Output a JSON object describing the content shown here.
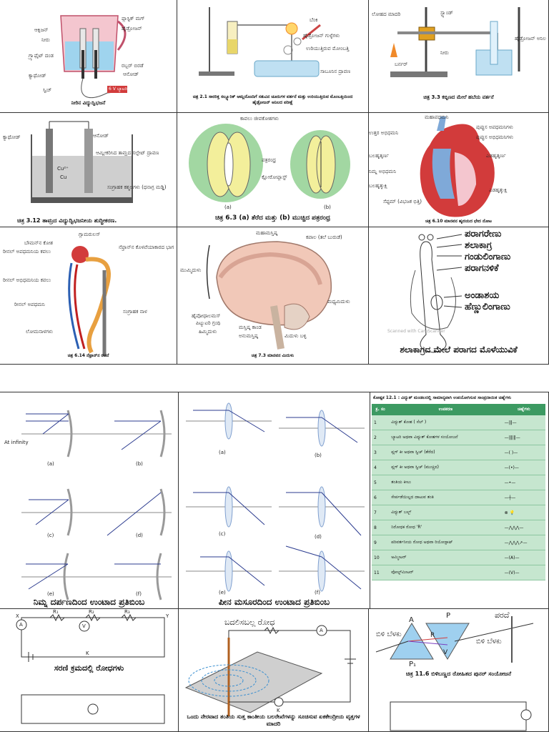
{
  "row1": {
    "p1": {
      "caption": "ನೀರಿನ ವಿದ್ಯುದ್ವಿಭಜನೆ",
      "labels": [
        "ಆಕ್ಸಿಜನ್",
        "ಪ್ಲಾಸ್ಟಿಕ್ ಮಗ್",
        "ಹೈಡ್ರೋಜನ್",
        "ನೀರು",
        "ಗ್ರ್ಯಾಫೈಟ್ ದಂಡ",
        "ರಬ್ಬರ್ ಬಿರಡೆ",
        "ಕ್ಯಾಥೋಡ್",
        "ಆನೋಡ್",
        "ಸ್ವಿಚ್",
        "6 V ಬ್ಯಾಟರಿ"
      ]
    },
    "p2": {
      "caption": "ಚಿತ್ರ 2.1 ಸಾರರಿಕ್ತ ಸಲ್ಫ್ಯೂರಿಕ್ ಆಮ್ಲದೊಂದಿಗೆ ಸತುವಿನ ಚೂರುಗಳ ವರ್ತನೆ ಮತ್ತು ಉರಿಯುತ್ತಿರುವ ಮೊಂಬತ್ತಿಯಿಂದ ಹೈಡ್ರೋಜನ್ ಅನಿಲದ ಪರೀಕ್ಷೆ",
      "labels": [
        "ಬೆಂಕಿ",
        "ಸಾಬೂನಿನ ದ್ರಾವಣ",
        "ಹೈಡ್ರೋಜನ್ ಗುಳ್ಳೆಗಳು",
        "ಉರಿಯುತ್ತಿರುವ ಮೋಂಬತ್ತಿ"
      ]
    },
    "p3": {
      "caption": "ಚಿತ್ರ 3.3 ಕಬ್ಬಿಣದ ಮೇಲೆ ಹಬೆಯ ವರ್ತನೆ",
      "labels": [
        "ಲೋಹದ ಮಾದರಿ",
        "ಸ್ಟ್ಯಾಂಡ್",
        "ನೀರು",
        "ಬರ್ನರ್",
        "ಹೈಡ್ರೋಜನ್ ಅನಿಲ"
      ]
    }
  },
  "row2": {
    "p4": {
      "caption": "ಚಿತ್ರ 3.12 ತಾಮ್ರದ ವಿದ್ಯುದ್ವಿಭಜನೀಯ ಶುದ್ಧೀಕರಣ.",
      "labels": [
        "ಕ್ಯಾಥೋಡ್",
        "ಆನೋಡ್",
        "ಆಮ್ಲೀಕರಿಸಿದ ತಾಮ್ರದ ಸಲ್ಫೇಟ್ ದ್ರಾವಣ",
        "ಸಂಗ್ರಾಹಕ ಕಶ್ಮಲಗಳು (ಧನಾಗ್ರ ಮಡ್ಡಿ)",
        "Cu²⁺",
        "Cu"
      ]
    },
    "p5": {
      "caption": "ಚಿತ್ರ 6.3 (a) ತೆರೆದ ಮತ್ತು (b) ಮುಚ್ಚಿದ ಪತ್ರರಂಧ್ರ",
      "labels": [
        "ಕಾವಲು ಜೀವಕೋಶಗಳು",
        "ಪತ್ರರಂಧ್ರ",
        "ಕ್ಲೋರೋಪ್ಲಾಸ್ಟ್",
        "(a)",
        "(b)"
      ]
    },
    "p6": {
      "caption": "ಚಿತ್ರ 6.10 ಮಾನವನ ಹೃದಯದ ಛೇದ ನೋಟ",
      "labels": [
        "ಮಹಾಪಧಮನಿ",
        "ಉತ್ತರ ಅಭಿಧಮನಿ",
        "ಪುಪ್ಪುಸ ಅಪಧಮನಿಗಳು",
        "ಪುಪ್ಪುಸ ಅಭಿಧಮನಿಗಳು",
        "ಬಲಹೃತ್ಕರ್ಣ",
        "ಎಡಹೃತ್ಕರ್ಣ",
        "ನಿಮ್ನ ಅಭಿಧಮನಿ",
        "ಬಲಹೃತ್ಕುಕ್ಷಿ",
        "ಎಡಹೃತ್ಕುಕ್ಷಿ",
        "ಸೆಪ್ಟಮ್ (ವಿಭಜಕ ಭಿತ್ತಿ)"
      ]
    }
  },
  "row3": {
    "p7": {
      "caption": "ಚಿತ್ರ 6.14 ನೆಫ್ರಾನ್‌ನ ರಚನೆ",
      "labels": [
        "ಗ್ಲಾಮರುಲಸ್",
        "ಬೌಮನ್‌ನ ಕೋಶ",
        "ರೀನಲ್ ಅಪಧಮನಿಯ ಕವಲು",
        "ನೆಫ್ರಾನ್‌ನ ಕೊಳವೆಯಾಕಾರದ ಭಾಗ",
        "ರೀನಲ್ ಅಭಿಧಮನಿಯ ಕವಲು",
        "ರೀನಲ್ ಅಪಧಮನಿ",
        "ಸಂಗ್ರಾಹಕ ನಾಳ",
        "ಲೋಮನಾಳಗಳು"
      ]
    },
    "p8": {
      "caption": "ಚಿತ್ರ 7.3 ಮಾನವನ ಮಿದುಳು",
      "labels": [
        "ಮಹಾಮಸ್ತಿಷ್ಕ",
        "ಕಪಾಲ (ತಲೆ ಬುರುಡೆ)",
        "ಮುಮ್ಮಿದುಳು",
        "ಮಧ್ಯಮಿದುಳು",
        "ಹೈಪೋಥಾಲಮಸ್",
        "ಪಿಟ್ಯುಟರಿ ಗ್ರಂಥಿ",
        "ಹಿಮ್ಮಿದುಳು",
        "ಮಸ್ತಿಷ್ಕ ಕಾಂಡ",
        "ಅನುಮಸ್ತಿಷ್ಕ",
        "ಮಿದುಳು ಬಳ್ಳಿ"
      ]
    },
    "p9": {
      "caption": "ಶಲಾಕಾಗ್ರದ ಮೇಲೆ ಪರಾಗದ ಮೊಳೆಯುವಿಕೆ",
      "labels": [
        "ಪರಾಗರೇಣು",
        "ಶಲಾಕಾಗ್ರ",
        "ಗಂಡುಲಿಂಗಾಣು",
        "ಪರಾಗನಳಿಕೆ",
        "ಅಂಡಾಶಯ",
        "ಹೆಣ್ಣುಲಿಂಗಾಣು"
      ],
      "watermark": "Scanned with CamScanner"
    }
  },
  "row4": {
    "p10": {
      "caption": "ನಿಮ್ನ ದರ್ಪಣದಿಂದ ಉಂಟಾದ ಪ್ರತಿಬಿಂಬ",
      "sub": [
        "(a)",
        "(b)",
        "(c)",
        "(d)",
        "(e)",
        "(f)"
      ],
      "infinity": "At infinity"
    },
    "p11": {
      "caption": "ಪೀನ ಮಸೂರದಿಂದ ಉಂಟಾದ ಪ್ರತಿಬಿಂಬ",
      "sub": [
        "(a)",
        "(b)",
        "(c)",
        "(d)",
        "(e)",
        "(f)"
      ]
    },
    "p12": {
      "title": "ಕೋಷ್ಟಕ 12.1 : ವಿದ್ಯುತ್ ಮಂಡಲದಲ್ಲಿ ಸಾಮಾನ್ಯವಾಗಿ ಉಪಯೋಗಿಸುವ ಸಾಂಪ್ರದಾಯಿಕ ಚಿಹ್ನೆಗಳು",
      "headers": [
        "ಕ್ರ. ಸಂ",
        "ಉಪಕರಣ",
        "ಚಿಹ್ನೆಗಳು"
      ],
      "rows": [
        [
          "1",
          "ವಿದ್ಯುತ್ ಕೋಶ ( ಸೆಲ್ )"
        ],
        [
          "2",
          "ಬ್ಯಾಟರಿ ಅಥವಾ ವಿದ್ಯುತ್ ಕೋಶಗಳ ಸಂಯೋಜನೆ"
        ],
        [
          "3",
          "ಪ್ಲಗ್ ಕೀ ಅಥವಾ ಸ್ವಿಚ್ (ತೆರೆದ)"
        ],
        [
          "4",
          "ಪ್ಲಗ್ ಕೀ ಅಥವಾ ಸ್ವಿಚ್ (ಮುಚ್ಚಿದ)"
        ],
        [
          "5",
          "ತಂತಿಯ ಕೀಲು"
        ],
        [
          "6",
          "ಸೇರ್ಪಡೆಯಿಲ್ಲದ ದಾಟುವ ತಂತಿ"
        ],
        [
          "7",
          "ವಿದ್ಯುತ್ ಬಲ್ಬ್"
        ],
        [
          "8",
          "ನಿರೋಧಕ ರೋಧ 'R'"
        ],
        [
          "9",
          "ಪರಿವರ್ತನೀಯ ರೋಧ ಅಥವಾ ರಿಯೋಸ್ಟಾಟ್"
        ],
        [
          "10",
          "ಅಮ್ಮೀಟರ್"
        ],
        [
          "11",
          "ವೋಲ್ಟ್‌ಮೀಟರ್"
        ]
      ]
    }
  },
  "row5": {
    "p13": {
      "caption": "ಸರಣಿ ಕ್ರಮದಲ್ಲಿ ರೋಧಗಳು",
      "labels": [
        "A",
        "V",
        "R₁",
        "R₂",
        "R₃",
        "K",
        "X",
        "Y"
      ]
    },
    "p14": {
      "caption": "ಒಂದು ನೇರವಾದ ತಂತಿಯ ಸುತ್ತ ಕಾಂತೀಯ ಬಲರೇಖೆಗಳನ್ನು ಸೂಚಿಸುವ ಏಕಕೇಂದ್ರೀಯ ವೃತ್ತಗಳ ಮಾದರಿ",
      "labels": [
        "ಬದಲಿಸಬಲ್ಲ ರೋಧ",
        "A",
        "K"
      ]
    },
    "p15": {
      "caption": "ಚಿತ್ರ 11.6 ಬಿಳಿಬಣ್ಣದ ರೋಹಿತದ ಪುನರ್ ಸಂಯೋಜನೆ",
      "labels": [
        "ಪರದೆ",
        "ಬಿಳಿ ಬೆಳಕು",
        "ಬಿಳಿ ಬೆಳಕು",
        "A",
        "P",
        "P₁",
        "R",
        "V"
      ]
    }
  }
}
